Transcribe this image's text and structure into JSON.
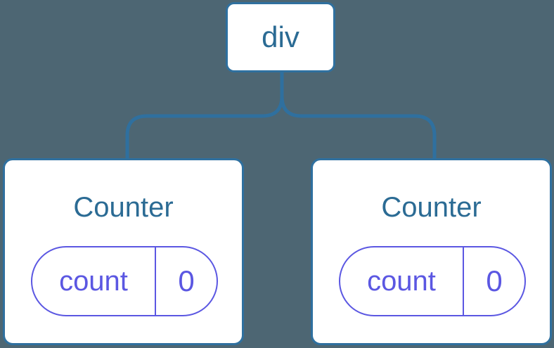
{
  "diagram": {
    "type": "component-tree",
    "root": {
      "label": "div"
    },
    "children": [
      {
        "label": "Counter",
        "state": {
          "key": "count",
          "value": "0"
        }
      },
      {
        "label": "Counter",
        "state": {
          "key": "count",
          "value": "0"
        }
      }
    ]
  },
  "colors": {
    "background": "#4D6673",
    "blue": "#2F709F",
    "blue_text": "#2B6B94",
    "purple": "#5B57E2",
    "card_bg": "#FFFFFF"
  }
}
